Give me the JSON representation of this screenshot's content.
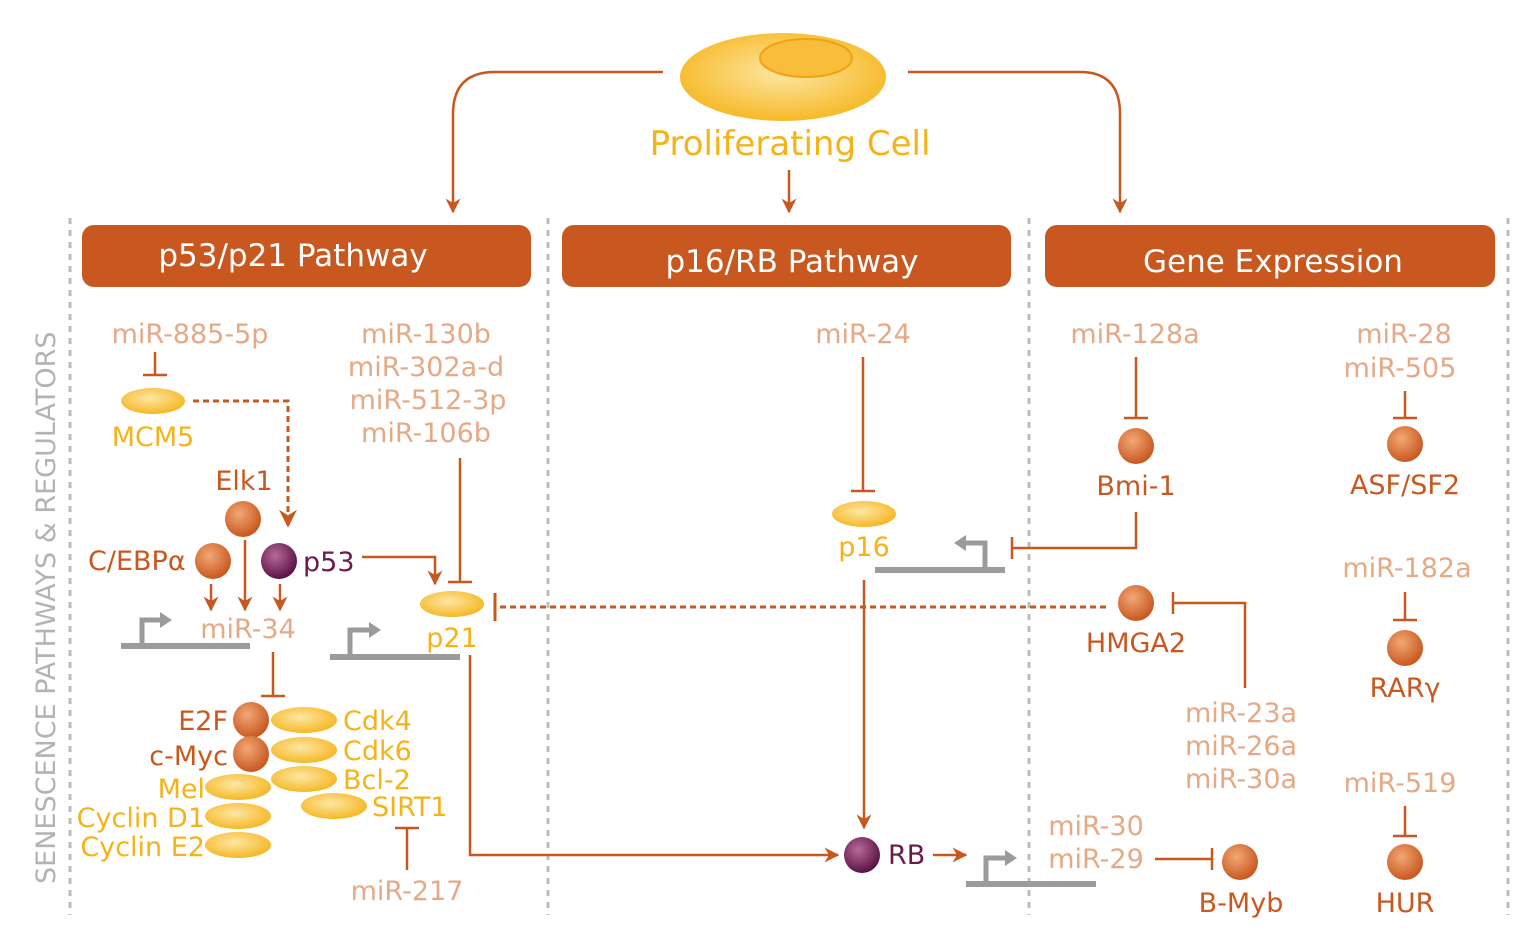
{
  "title": "Proliferating Cell",
  "side_label": "SENESCENCE PATHWAYS & REGULATORS",
  "headers": {
    "p53": "p53/p21 Pathway",
    "p16": "p16/RB Pathway",
    "gene": "Gene Expression"
  },
  "p53_panel": {
    "mir_885": "miR-885-5p",
    "mcm5": "MCM5",
    "elk1": "Elk1",
    "cebpa": "C/EBPα",
    "p53": "p53",
    "mir_34": "miR-34",
    "mir_list": [
      "miR-130b",
      "miR-302a-d",
      "miR-512-3p",
      "miR-106b"
    ],
    "p21": "p21",
    "e2f": "E2F",
    "cmyc": "c-Myc",
    "mel": "Mel",
    "cyclin_d1": "Cyclin D1",
    "cyclin_e2": "Cyclin E2",
    "cdk4": "Cdk4",
    "cdk6": "Cdk6",
    "bcl2": "Bcl-2",
    "sirt1": "SIRT1",
    "mir_217": "miR-217"
  },
  "p16_panel": {
    "mir_24": "miR-24",
    "p16": "p16",
    "rb": "RB"
  },
  "gene_panel": {
    "mir_128a": "miR-128a",
    "bmi1": "Bmi-1",
    "mir_28": "miR-28",
    "mir_505": "miR-505",
    "asf": "ASF/SF2",
    "hmga2": "HMGA2",
    "mir_182a": "miR-182a",
    "rarg": "RARγ",
    "mir_23a": "miR-23a",
    "mir_26a": "miR-26a",
    "mir_30a": "miR-30a",
    "mir_519": "miR-519",
    "mir_30": "miR-30",
    "mir_29": "miR-29",
    "bmyb": "B-Myb",
    "hur": "HUR"
  },
  "colors": {
    "orange": "#c8581f",
    "salmon": "#e6a986",
    "yellow": "#f5b31a",
    "purple": "#6b1a4e",
    "gray": "#9b9b9b"
  }
}
